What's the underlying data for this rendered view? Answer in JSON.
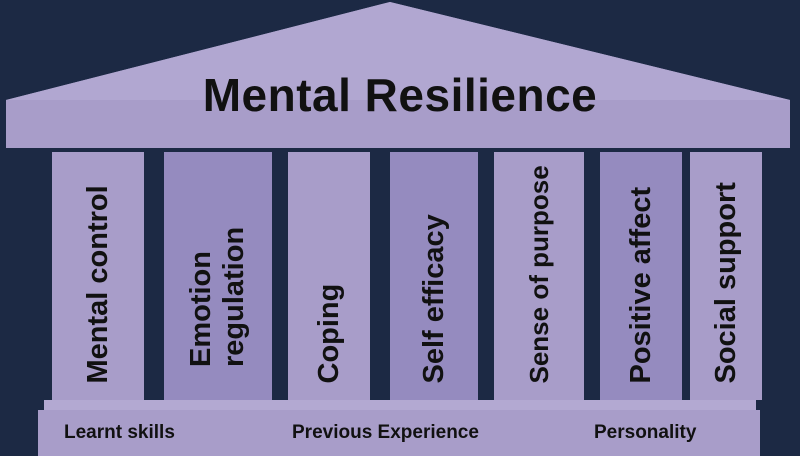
{
  "title": "Mental Resilience",
  "pillars": [
    {
      "label": "Mental control"
    },
    {
      "label": "Emotion\nregulation"
    },
    {
      "label": "Coping"
    },
    {
      "label": "Self efficacy"
    },
    {
      "label": "Sense of purpose"
    },
    {
      "label": "Positive affect"
    },
    {
      "label": "Social support"
    }
  ],
  "foundation": {
    "labels": [
      "Learnt skills",
      "Previous Experience",
      "Personality"
    ]
  },
  "colors": {
    "background": "#1c2944",
    "structure": "#a89dc9",
    "text": "#111111"
  }
}
